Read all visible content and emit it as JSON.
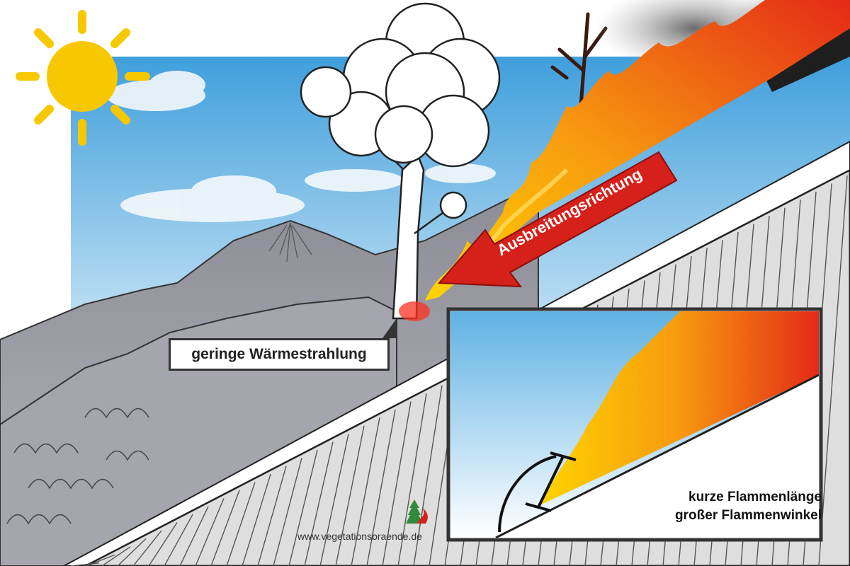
{
  "arrow": {
    "label": "Ausbreitungsrichtung"
  },
  "labels": {
    "heat_radiation": "geringe Wärmestrahlung",
    "inset_line1": "kurze Flammenlänge",
    "inset_line2": "großer Flammenwinkel"
  },
  "footer": {
    "website": "www.vegetationsbraende.de"
  },
  "colors": {
    "sky": "#5aaee0",
    "sun": "#f7c800",
    "mountain": "#9a9aa3",
    "slope": "#e2e2e2",
    "flame_red": "#e8301a",
    "flame_orange": "#f59a10",
    "flame_yellow": "#ffd700",
    "arrow_red": "#d6201a"
  },
  "icons": {
    "sun": "sun-icon",
    "logo": "tree-flame-logo-icon"
  }
}
